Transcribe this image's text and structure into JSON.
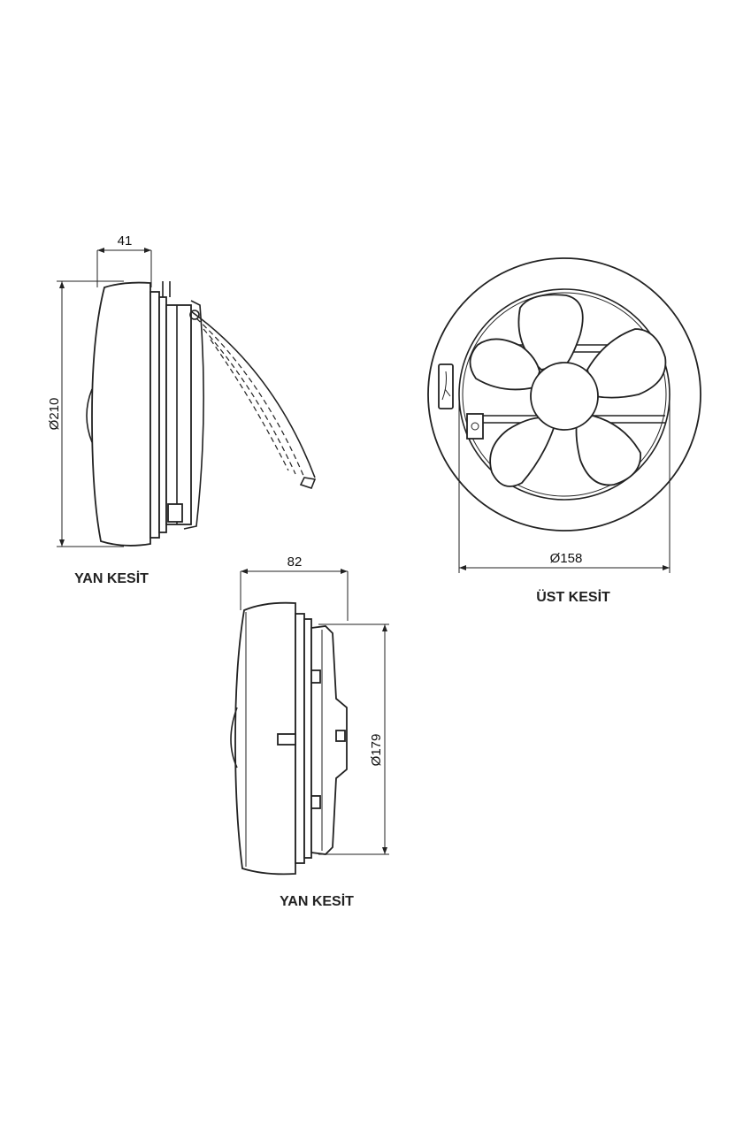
{
  "side_view_1": {
    "width_label": "41",
    "diameter_label": "Ø210",
    "caption": "YAN KESİT"
  },
  "top_view": {
    "diameter_label": "Ø158",
    "caption": "ÜST KESİT"
  },
  "side_view_2": {
    "width_label": "82",
    "diameter_label": "Ø179",
    "caption": "YAN KESİT"
  }
}
